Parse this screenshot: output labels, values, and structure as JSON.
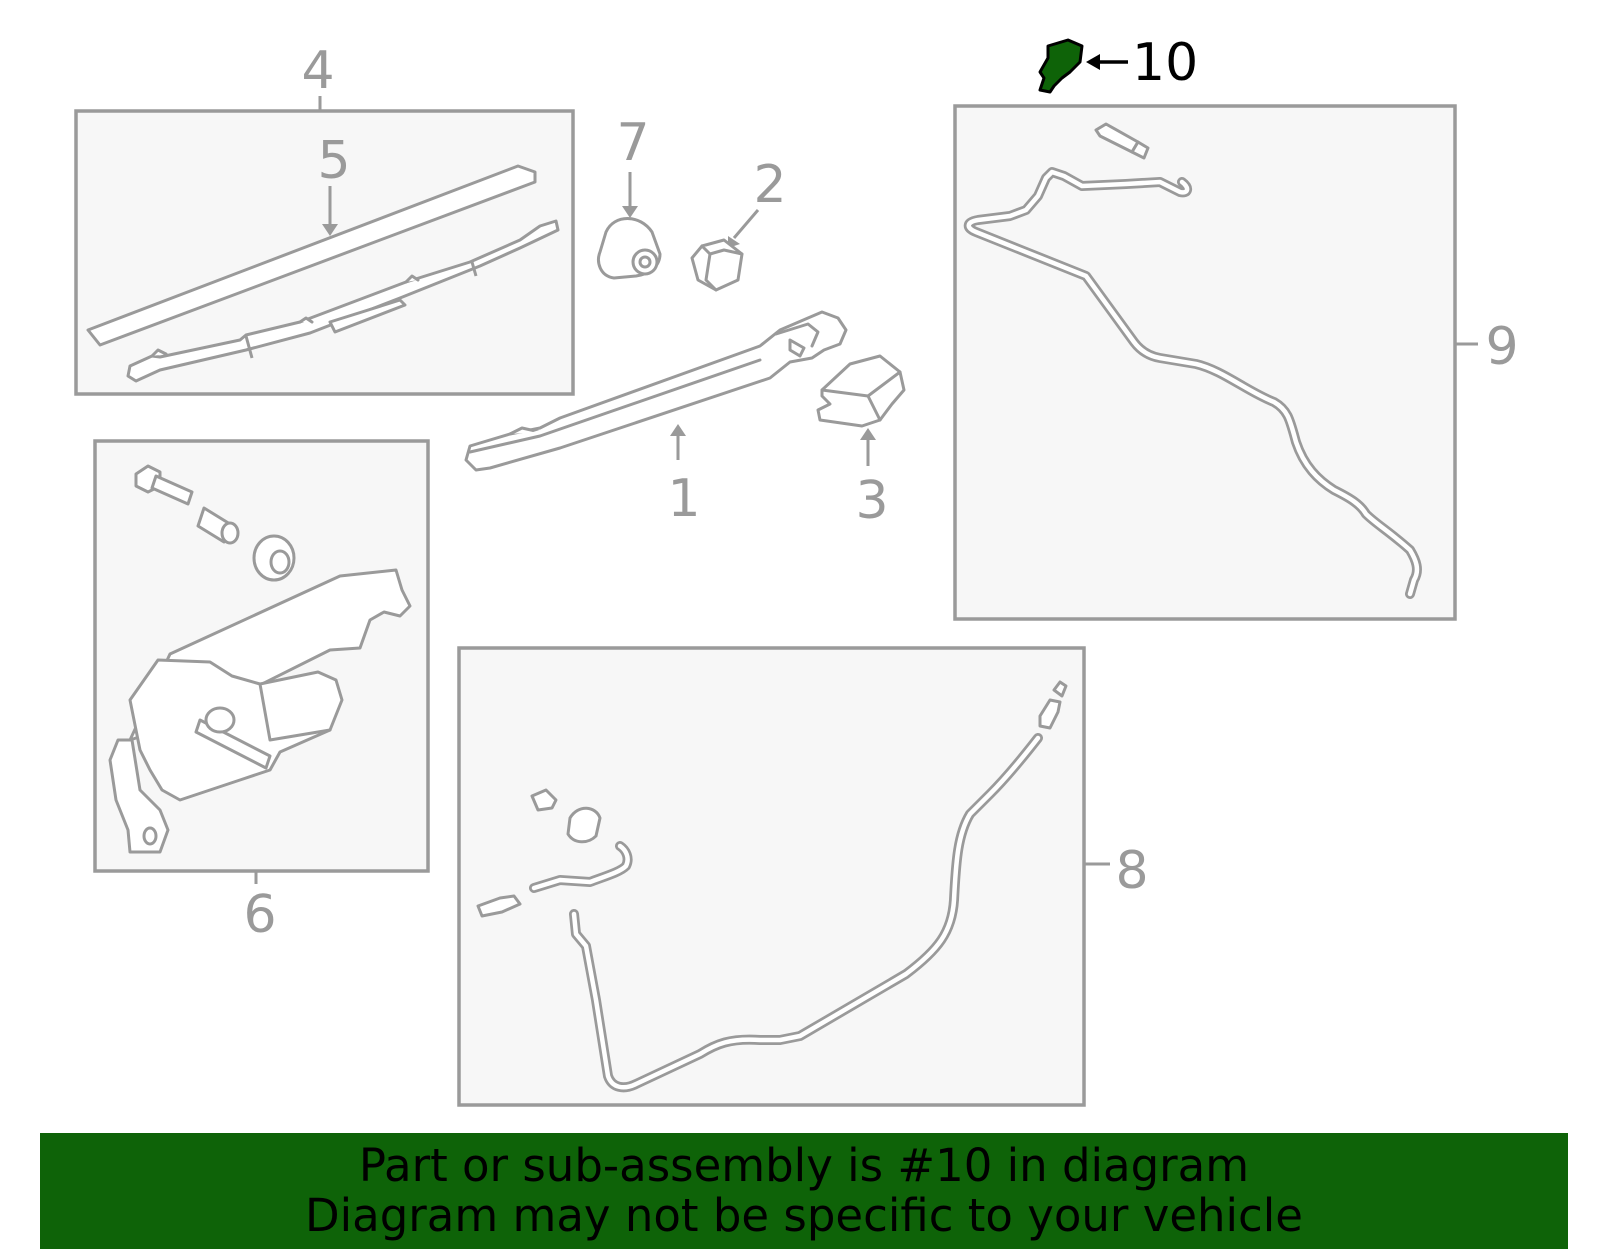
{
  "diagram": {
    "callouts": {
      "c1": "1",
      "c2": "2",
      "c3": "3",
      "c4": "4",
      "c5": "5",
      "c6": "6",
      "c7": "7",
      "c8": "8",
      "c9": "9",
      "c10": "10"
    },
    "highlighted_part": "10",
    "highlight_color": "#0e6308",
    "line_color": "#9a9a9a",
    "box_fill": "#f7f7f7"
  },
  "banner": {
    "line1": "Part or sub-assembly is #10 in diagram",
    "line2": "Diagram may not be specific to your vehicle",
    "background": "#0e6308"
  }
}
